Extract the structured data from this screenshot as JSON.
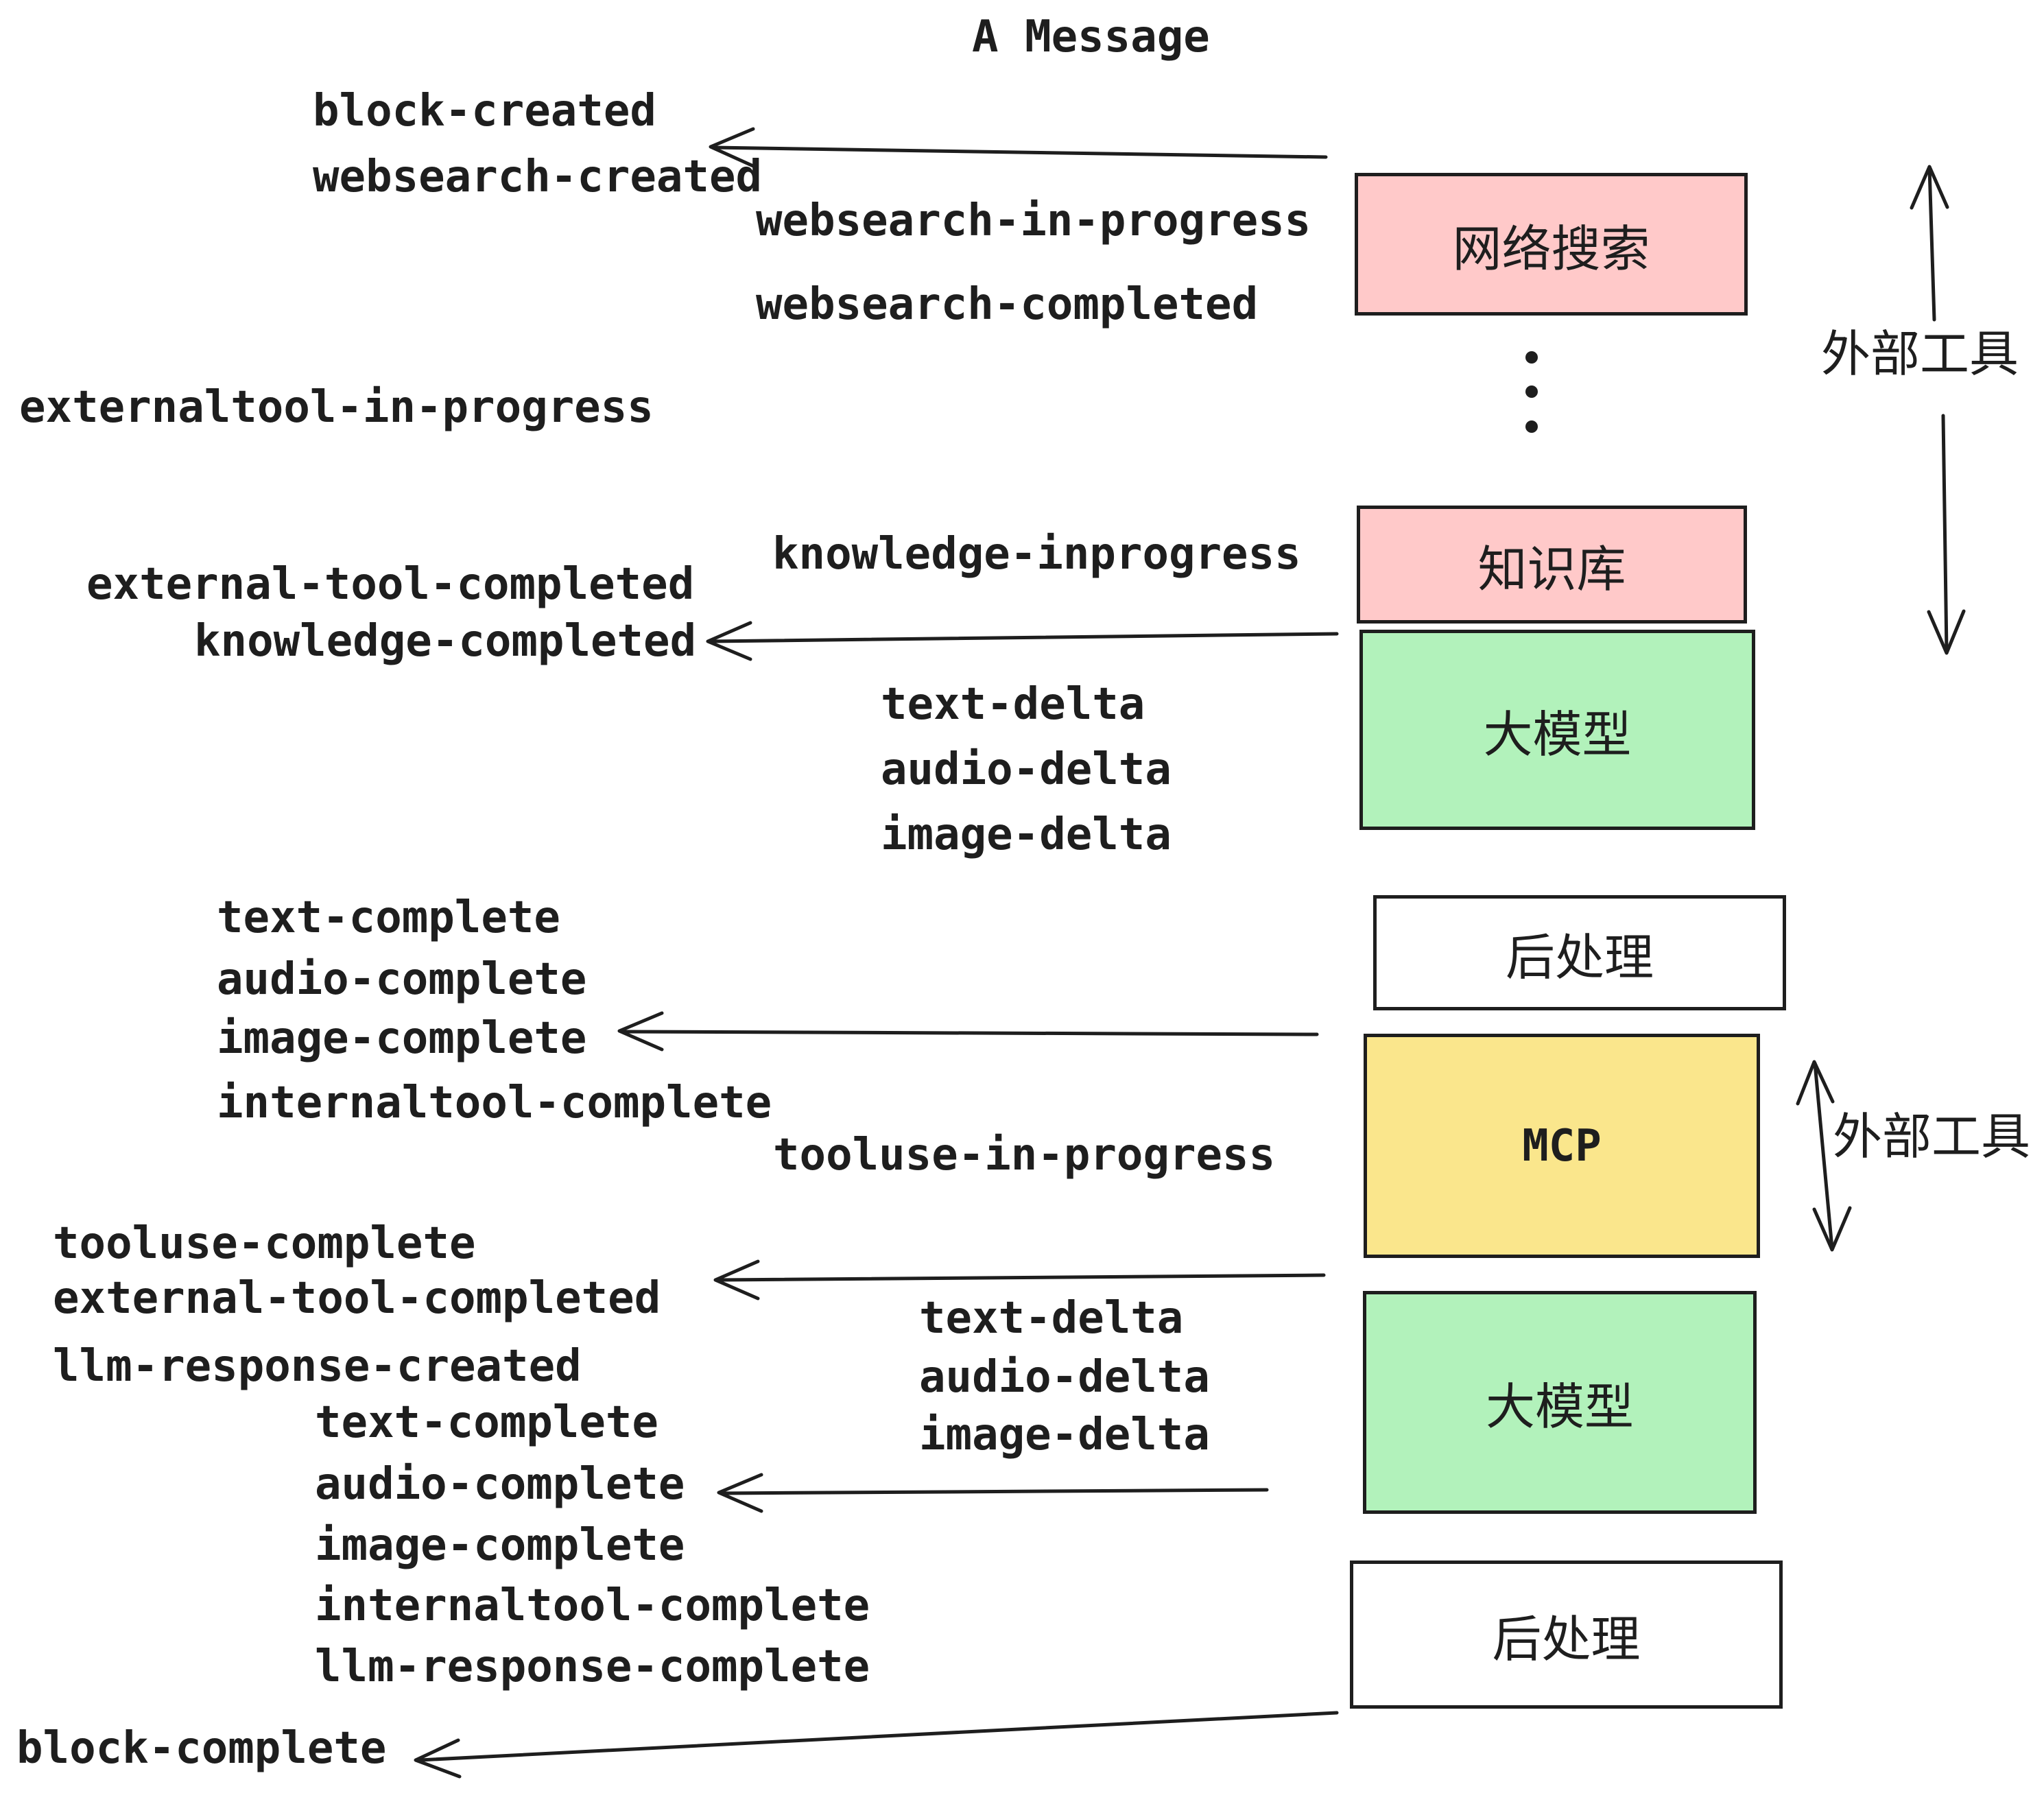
{
  "title": "A Message",
  "colors": {
    "pink": "#FFC9C9",
    "green": "#B2F2BB",
    "yellow": "#FAE68C",
    "white": "#ffffff",
    "ink": "#1e1e1e"
  },
  "boxes": {
    "websearch": "网络搜索",
    "knowledge": "知识库",
    "llm1": "大模型",
    "post1": "后处理",
    "mcp": "MCP",
    "llm2": "大模型",
    "post2": "后处理"
  },
  "side_labels": {
    "external_tools_top": "外部工具",
    "external_tools_mid": "外部工具"
  },
  "events": {
    "block_created": "block-created",
    "websearch_created": "websearch-created",
    "websearch_in_progress": "websearch-in-progress",
    "websearch_completed": "websearch-completed",
    "externaltool_in_progress": "externaltool-in-progress",
    "external_tool_completed_1": "external-tool-completed",
    "knowledge_completed": "knowledge-completed",
    "knowledge_inprogress": "knowledge-inprogress",
    "text_delta_1": "text-delta",
    "audio_delta_1": "audio-delta",
    "image_delta_1": "image-delta",
    "text_complete_1": "text-complete",
    "audio_complete_1": "audio-complete",
    "image_complete_1": "image-complete",
    "internaltool_complete_1": "internaltool-complete",
    "tooluse_in_progress": "tooluse-in-progress",
    "tooluse_complete": "tooluse-complete",
    "external_tool_completed_2": "external-tool-completed",
    "llm_response_created": "llm-response-created",
    "text_complete_2": "text-complete",
    "audio_complete_2": "audio-complete",
    "image_complete_2": "image-complete",
    "internaltool_complete_2": "internaltool-complete",
    "llm_response_complete": "llm-response-complete",
    "block_complete": "block-complete",
    "text_delta_2": "text-delta",
    "audio_delta_2": "audio-delta",
    "image_delta_2": "image-delta"
  }
}
